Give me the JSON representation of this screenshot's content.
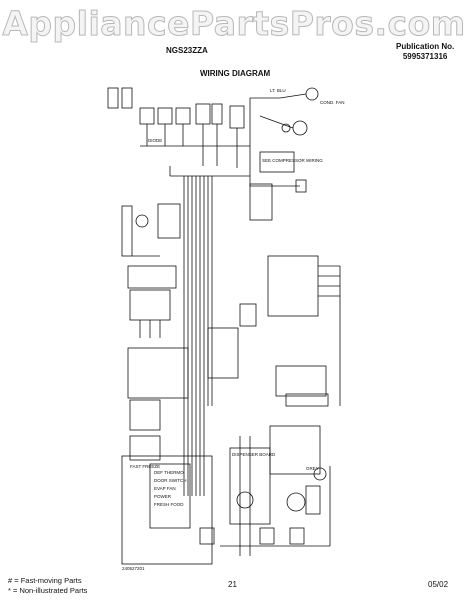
{
  "watermark": "AppliancePartsPros.com",
  "header": {
    "model": "NGS23ZZA",
    "publication_label": "Publication No.",
    "publication_number": "5995371316",
    "diagram_title": "WIRING DIAGRAM"
  },
  "diagram": {
    "labels": {
      "lt_blu": "LT. BLU",
      "cond_fan": "COND. FAN",
      "compressor": "SEE COMPRESSOR WIRING",
      "fast_freeze": "FAST FREEZE",
      "dispenser_board": "DISPENSER BOARD",
      "door_switch": "DOOR SWITCH",
      "evap_fan": "EVAP FAN",
      "power": "POWER",
      "fresh_food": "FRESH FOOD",
      "def_therm": "DEF THERMO",
      "diode": "DIODE",
      "grey": "GREY",
      "part_code": "240527201"
    }
  },
  "footer": {
    "fast_moving": "#  = Fast-moving Parts",
    "non_illustrated": "*  = Non-illustrated Parts",
    "page": "21",
    "date": "05/02"
  }
}
